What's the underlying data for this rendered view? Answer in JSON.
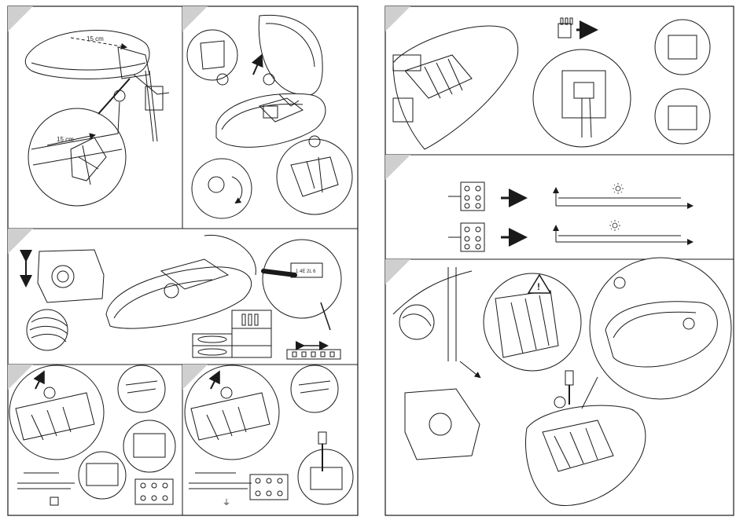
{
  "colors": {
    "line": "#1a1a1a",
    "tab": "#cfcfcf",
    "panel_bg": "#ffffff"
  },
  "left_page": {
    "step1": {
      "dimension_top": "15 cm",
      "dimension_zoom": "15 cm"
    },
    "step3": {
      "terminal_label": "1 4E 2L 6"
    },
    "step5": {
      "class_symbol": "□",
      "earth_symbol": "⏚"
    }
  },
  "right_page": {
    "step8": {
      "warning_symbol": "!"
    }
  },
  "icons": [
    "sun-icon",
    "warning-icon",
    "screwdriver-icon",
    "arrow-icon",
    "terminal-block-icon"
  ]
}
